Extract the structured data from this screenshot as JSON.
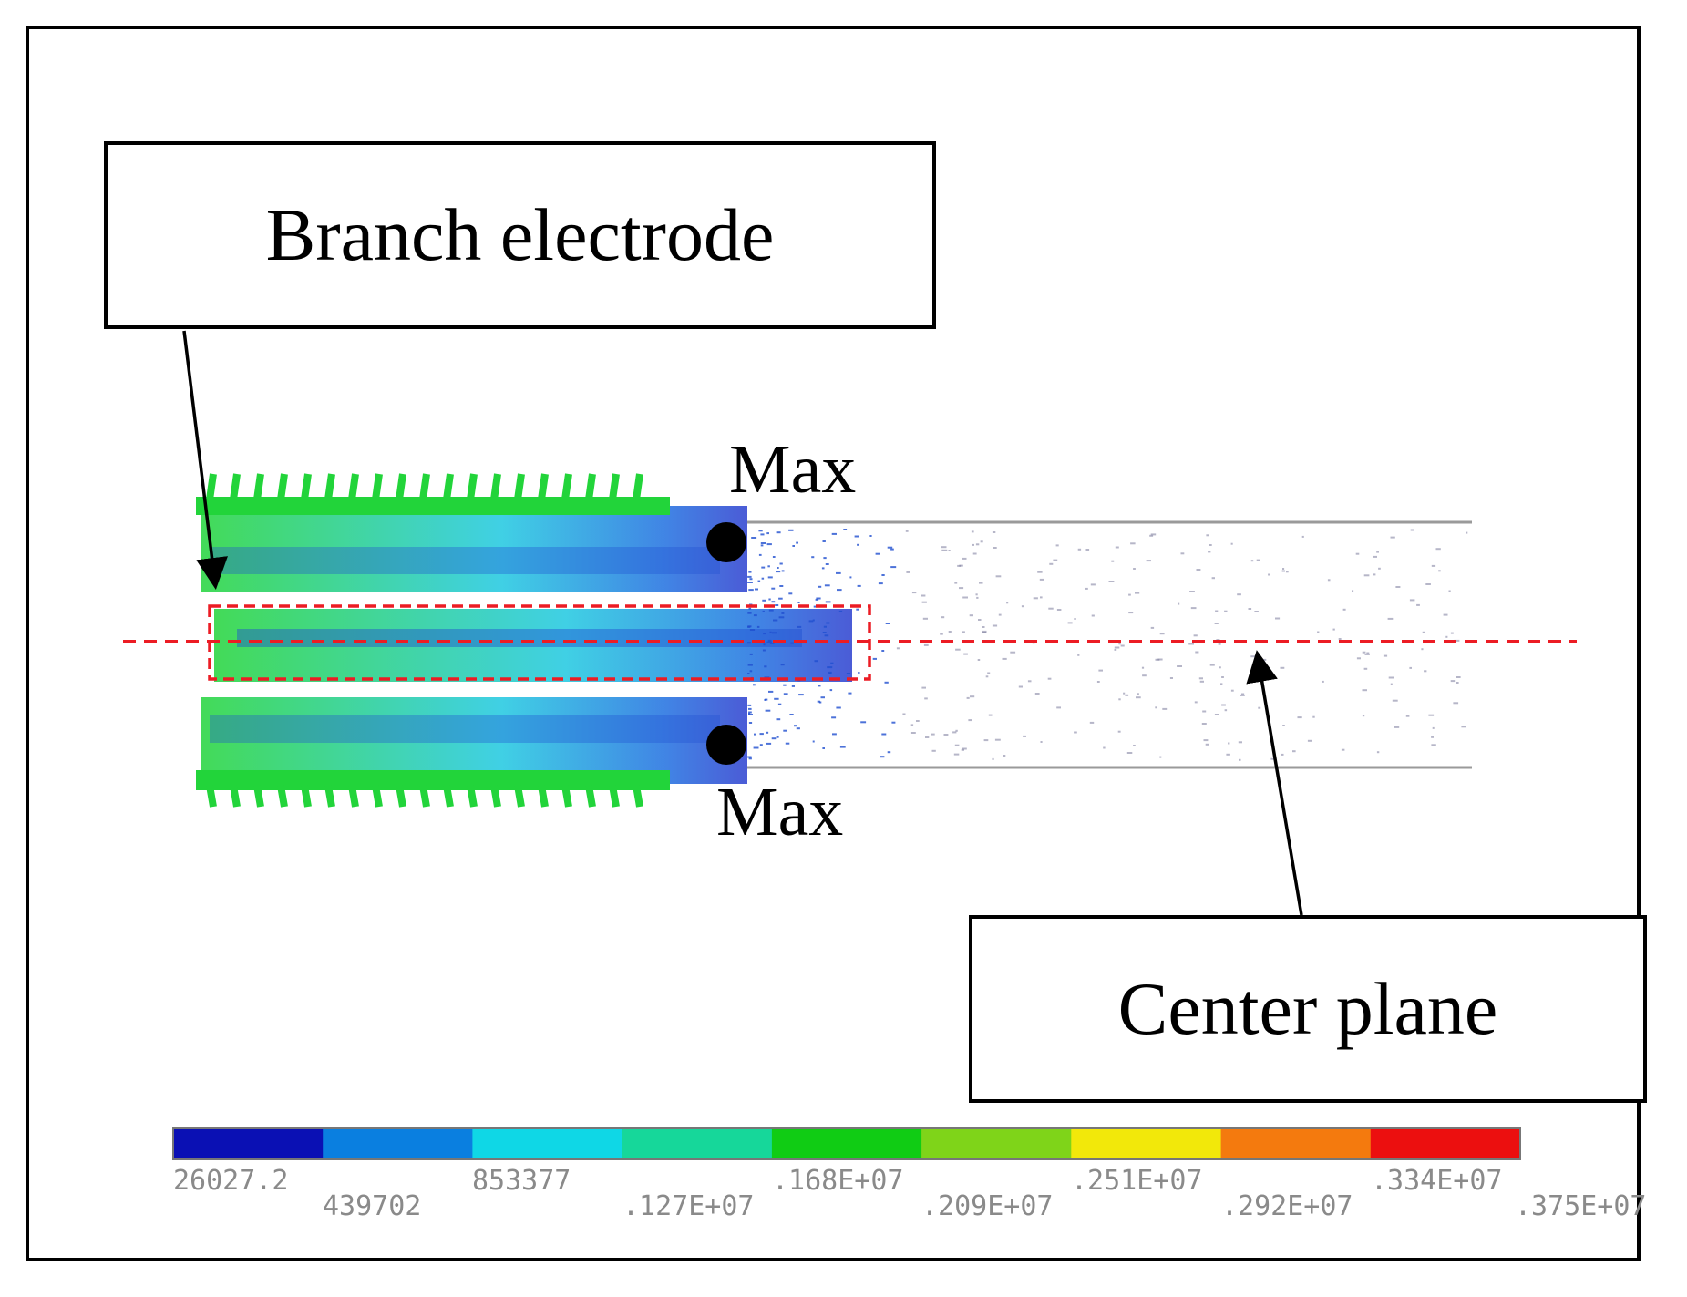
{
  "labels": {
    "branch_electrode": "Branch electrode",
    "center_plane": "Center plane",
    "max_top": "Max",
    "max_bottom": "Max"
  },
  "legend": {
    "colors": [
      "#0a10b4",
      "#0a7fe0",
      "#0fd7e6",
      "#16d79a",
      "#10cc14",
      "#7fd419",
      "#f2e80a",
      "#f47a0e",
      "#ec0f0f"
    ],
    "ticks": [
      "26027.2",
      "439702",
      "853377",
      ".127E+07",
      ".168E+07",
      ".209E+07",
      ".251E+07",
      ".292E+07",
      ".334E+07",
      ".375E+07"
    ]
  },
  "colors": {
    "dashed_line": "#ec1c24",
    "electrode_green": "#22d43a",
    "electrode_cyan": "#1ec8e0",
    "electrode_blue": "#1f4fd0"
  }
}
